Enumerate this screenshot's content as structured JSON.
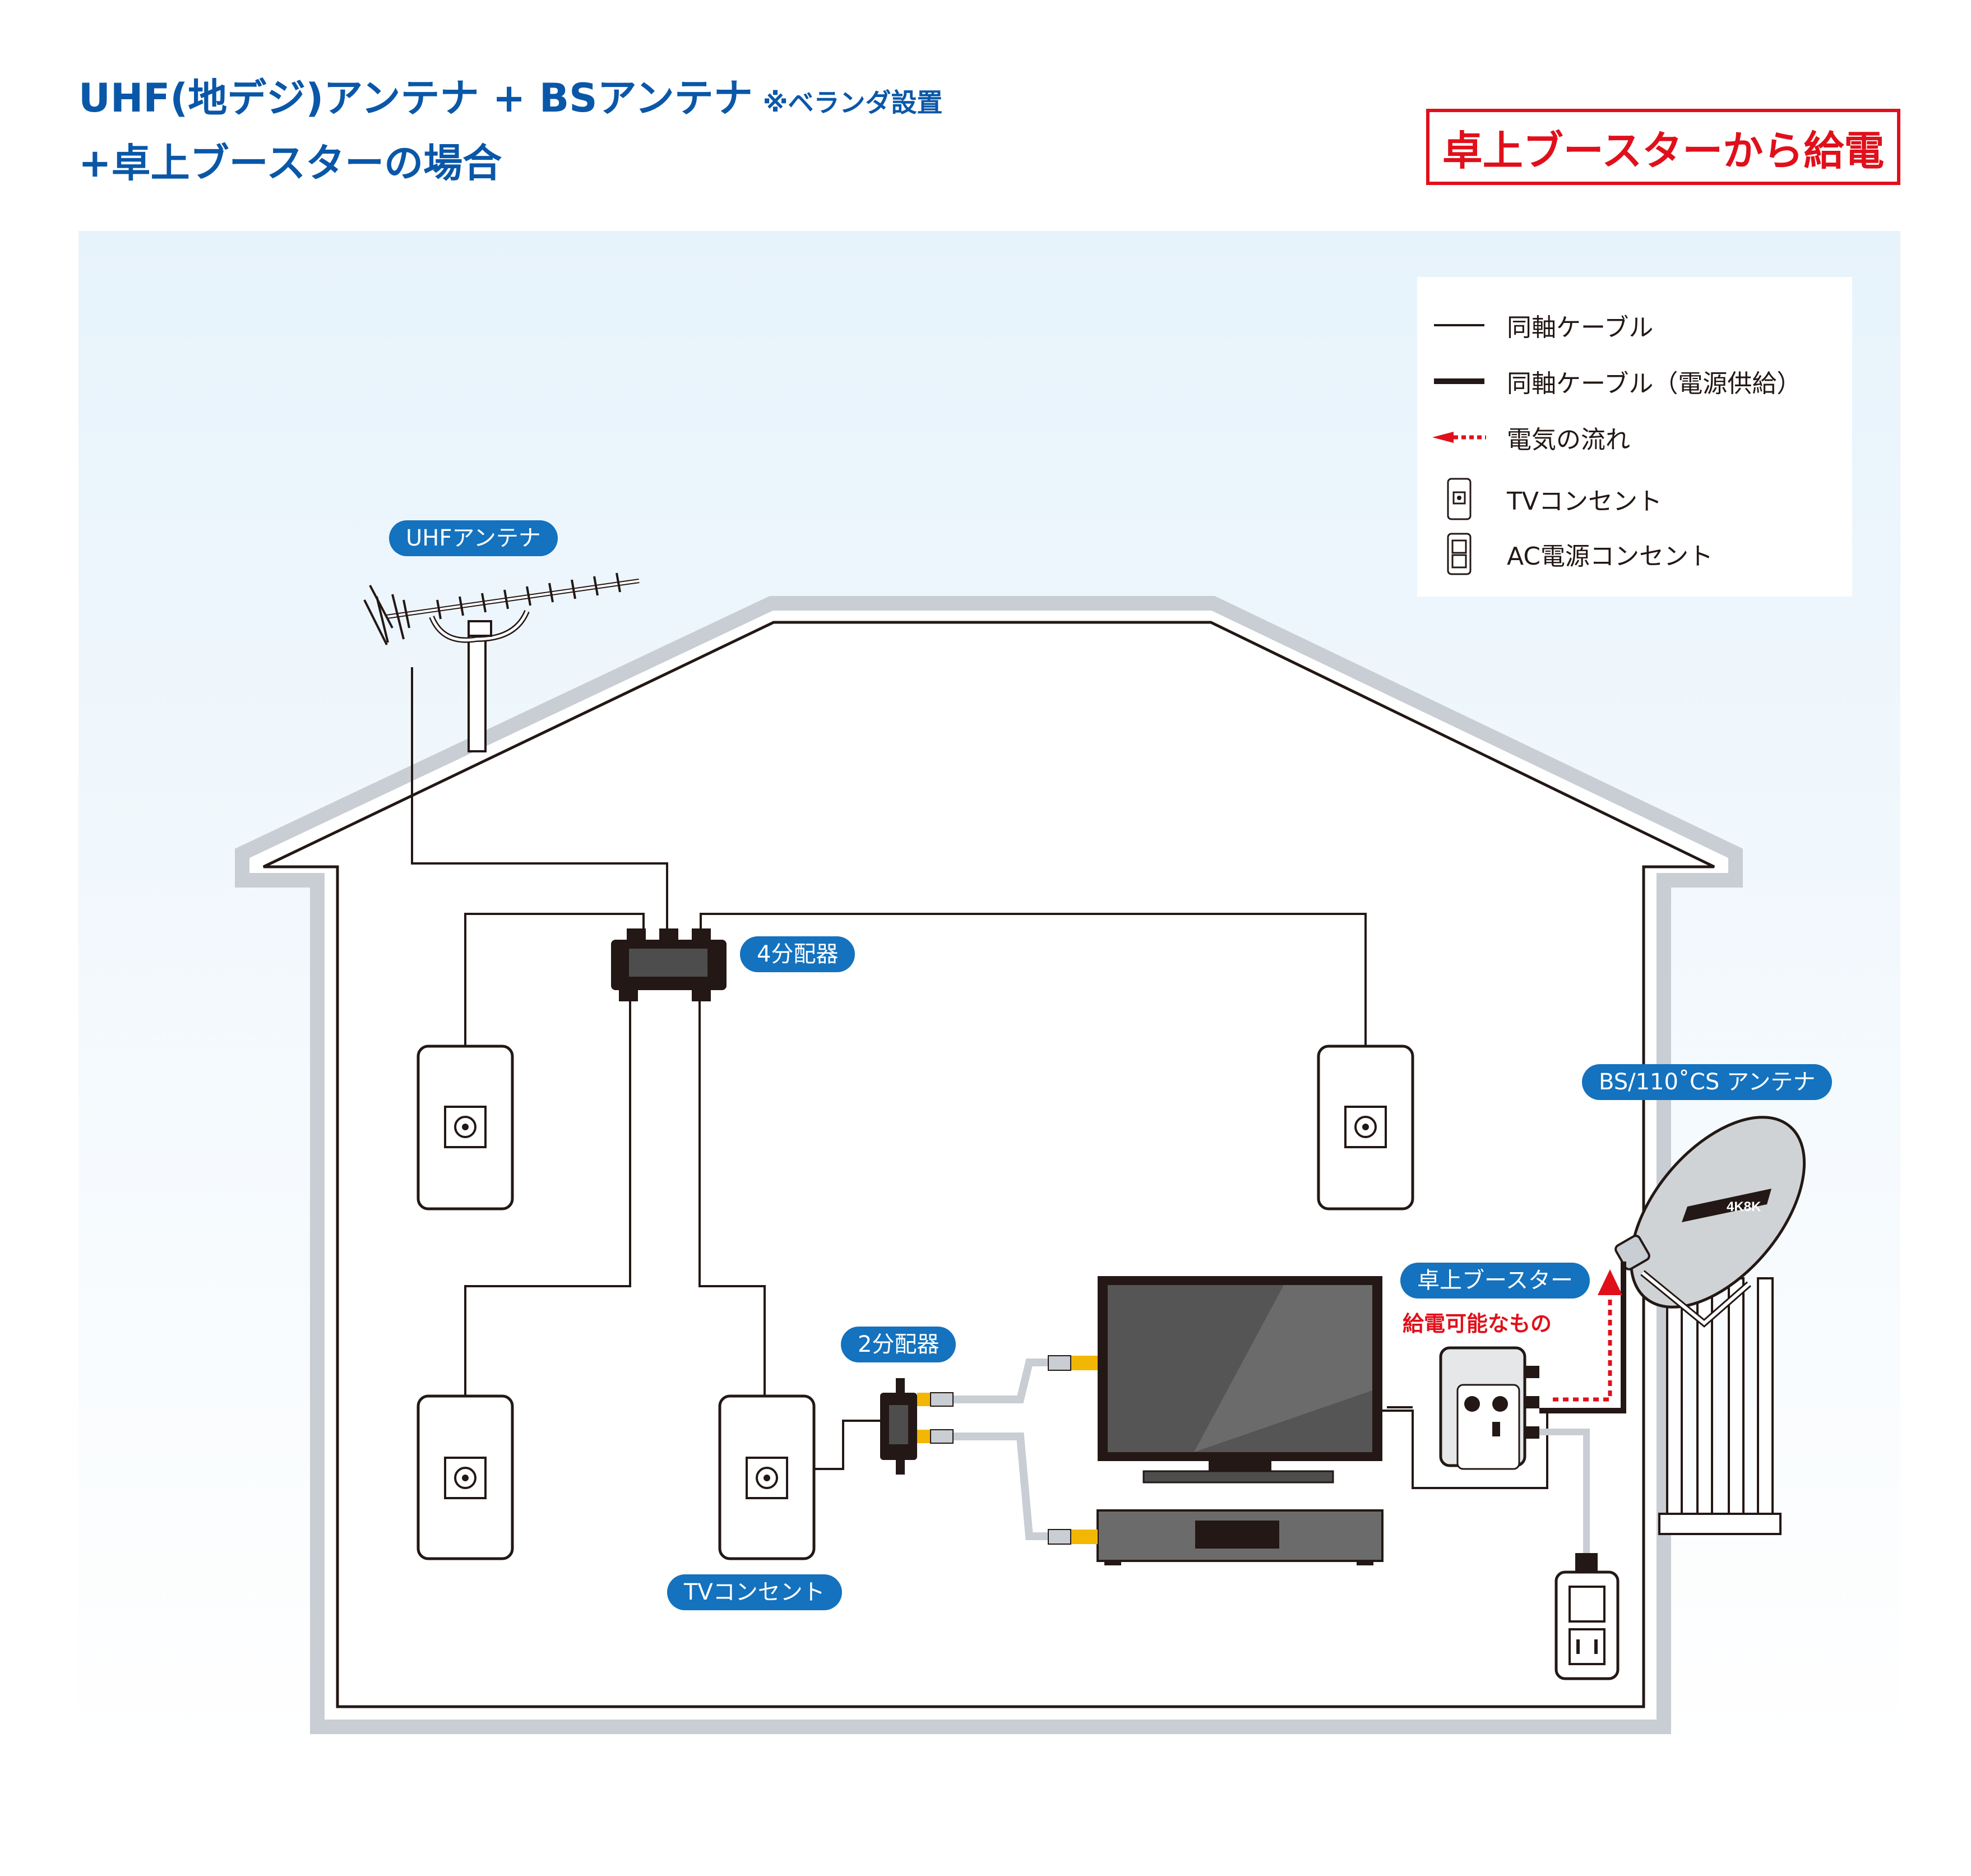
{
  "title": {
    "line1": "UHF(地デジ)アンテナ + BSアンテナ",
    "line1_note": "※ベランダ設置",
    "line2": "+卓上ブースターの場合"
  },
  "power_source_label": "卓上ブースターから給電",
  "legend": {
    "items": [
      {
        "icon": "thin-line",
        "label": "同軸ケーブル"
      },
      {
        "icon": "thick-line",
        "label": "同軸ケーブル（電源供給）"
      },
      {
        "icon": "red-dotted-arrow",
        "label": "電気の流れ"
      },
      {
        "icon": "tv-outlet",
        "label": "TVコンセント"
      },
      {
        "icon": "ac-outlet",
        "label": "AC電源コンセント"
      }
    ]
  },
  "labels": {
    "uhf_antenna": "UHFアンテナ",
    "splitter4": "4分配器",
    "splitter2": "2分配器",
    "tv_outlet": "TVコンセント",
    "bs_antenna": "BS/110˚CS アンテナ",
    "booster": "卓上ブースター",
    "booster_note": "給電可能なもの",
    "dish_badge": "4K8K"
  },
  "colors": {
    "title_blue": "#0a57a8",
    "pill_blue": "#1472be",
    "alert_red": "#e0101b",
    "wall_gray": "#c8ced3",
    "connector_yellow": "#f2b705"
  }
}
